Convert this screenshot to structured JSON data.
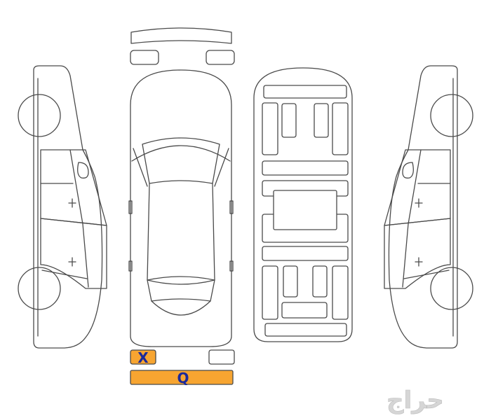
{
  "colors": {
    "outline": "#4a4a4a",
    "damage_fill": "#f7a531",
    "label_text": "#1c2a9a",
    "watermark": "#d6d6d6"
  },
  "labels": {
    "front_bumper_code": "X",
    "rear_bumper_code": "Q"
  },
  "watermark": {
    "text": "حراج"
  },
  "icons": {
    "car_left": "car-side-left-icon",
    "car_top": "car-top-icon",
    "car_interior": "car-interior-icon",
    "car_right": "car-side-right-icon"
  }
}
